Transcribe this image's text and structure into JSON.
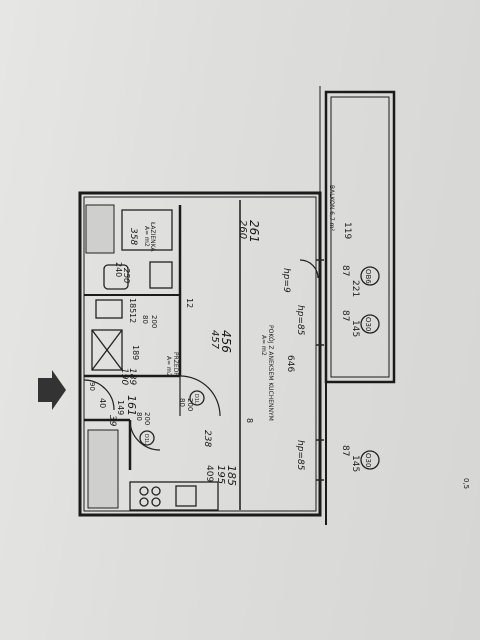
{
  "plan": {
    "balcony_label": "BALKON 6,7 m²",
    "main_room_name": "POKÓJ Z ANEKSEM KUCHENNYM",
    "main_room_area": "A=  m2",
    "bathroom_name": "ŁAZIENKA",
    "bathroom_area": "A=  m2",
    "hall_name": "PRZEDP.",
    "hall_area": "A=  m2",
    "dims": {
      "top_width_old": "260",
      "top_width_new": "261",
      "balcony_depth": "119",
      "room_length": "646",
      "room_width_old": "457",
      "room_width_new": "456",
      "kitchen_width": "409",
      "kitchen_old": "195",
      "kitchen_new": "185",
      "hall_width": "161",
      "hall_width2": "149",
      "hall_depth": "189",
      "hall_depth_old": "190",
      "hall_depth_new": "189",
      "bath_width": "240",
      "bath_width2": "250",
      "bath_depth": "185",
      "bath_small": "12",
      "door_width": "238",
      "wall_label": "8",
      "tub_dim": "358",
      "entry_dim": "39",
      "entry_dim2": "40",
      "hp_upper": "hp=9",
      "hp_mid": "hp=85",
      "hp_lower": "hp=85",
      "sill": "12",
      "col_12": "12"
    },
    "doors": {
      "d1": "90",
      "d2": "80",
      "d3": "200",
      "d4": "80",
      "d5": "200",
      "d6": "80",
      "d7": "200"
    },
    "windows": [
      {
        "code": "OB6",
        "w": "87",
        "h": "221"
      },
      {
        "code": "O30",
        "w": "87",
        "h": "145"
      },
      {
        "code": "O30",
        "w": "87",
        "h": "145"
      }
    ],
    "circle_door_labels": [
      "D1L",
      "D1L"
    ],
    "corner_text": "0,5"
  }
}
